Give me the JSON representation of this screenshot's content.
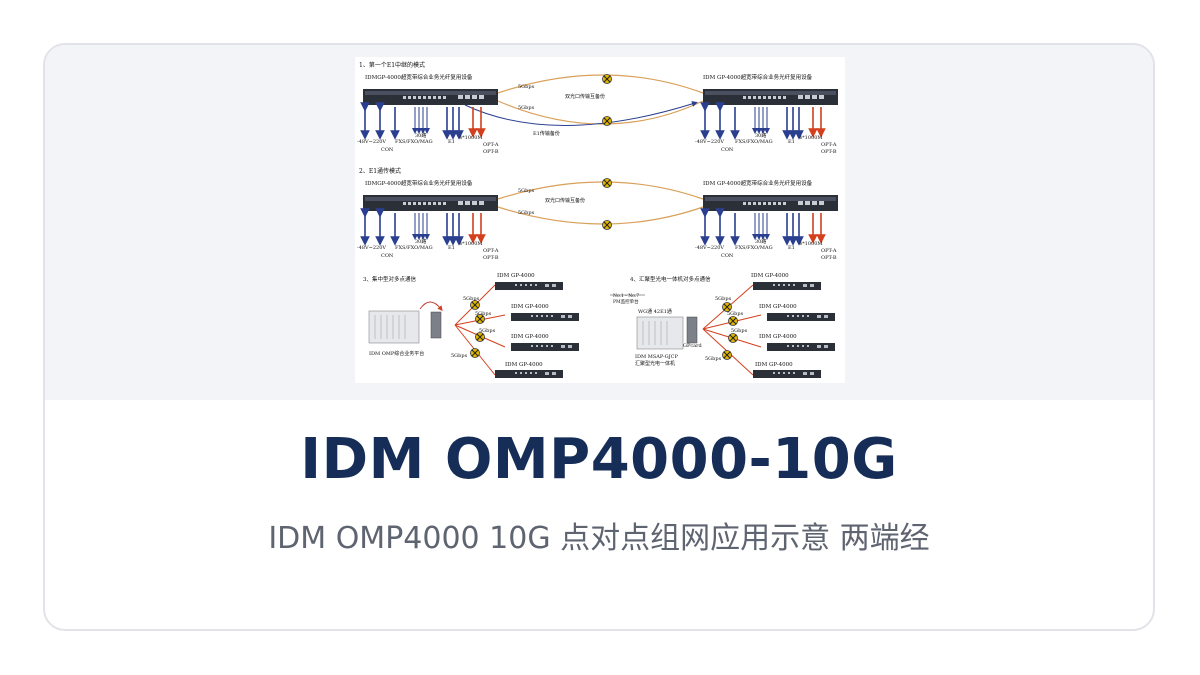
{
  "product": {
    "title": "IDM OMP4000-10G",
    "subtitle": "IDM OMP4000 10G 点对点组网应用示意 两端经"
  },
  "diagram": {
    "mode1_title": "1、第一个E1中继的模式",
    "mode2_title": "2、E1通传模式",
    "mode3_title": "3、集中型对多点通信",
    "mode4_title": "4、汇聚型光电一体机对多点通信",
    "device_label_left": "IDMGP-4000超宽带综合业务光纤复用设备",
    "device_label_right": "IDM GP-4000超宽带综合业务光纤复用设备",
    "link_rate": "5Gbps",
    "dual_backup": "双光口传输互备份",
    "e1_backup": "E1传输备份",
    "power": "-48V~220V",
    "con": "CON",
    "fxs": "FXS/FXO/MAG",
    "ports30": "30路",
    "e1": "E1",
    "ge": "4*1000M",
    "opt_a": "OPT-A",
    "opt_b": "OPT-B",
    "gp4000": "IDM GP-4000",
    "platform3": "IDM OMP综合业务平台",
    "platform4_name": "IDM MSAP-GJCP",
    "platform4_desc": "汇聚型光电一体机",
    "gpcard": "GPcard",
    "wg_label": "WG通 42E1通",
    "no_range": "No.1 - No.7",
    "pm_label": "PM监控单台"
  },
  "colors": {
    "title": "#152d57",
    "subtitle": "#5e6470",
    "arrow_blue": "#2a3f8f",
    "arrow_red": "#d4401e",
    "fiber": "#d9a05a"
  }
}
